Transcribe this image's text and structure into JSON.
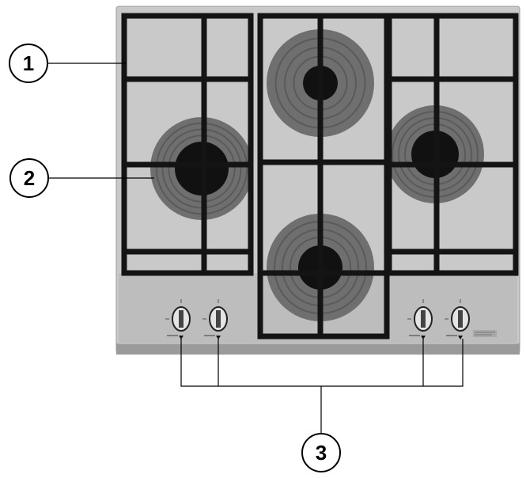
{
  "callouts": [
    {
      "id": "1",
      "label": "1",
      "part": "pan-support-grid"
    },
    {
      "id": "2",
      "label": "2",
      "part": "gas-burner"
    },
    {
      "id": "3",
      "label": "3",
      "part": "control-knobs"
    }
  ],
  "burners": 4,
  "knobs": 4,
  "colors": {
    "panel": "#c9c9c9",
    "panel_edge": "#9a9a9a",
    "control_strip": "#bdbdbd",
    "grate": "#141414",
    "burner_outer": "#6f6f6f",
    "burner_ring": "#5a5a5a",
    "burner_cap": "#111111",
    "leader_line": "#000000"
  }
}
